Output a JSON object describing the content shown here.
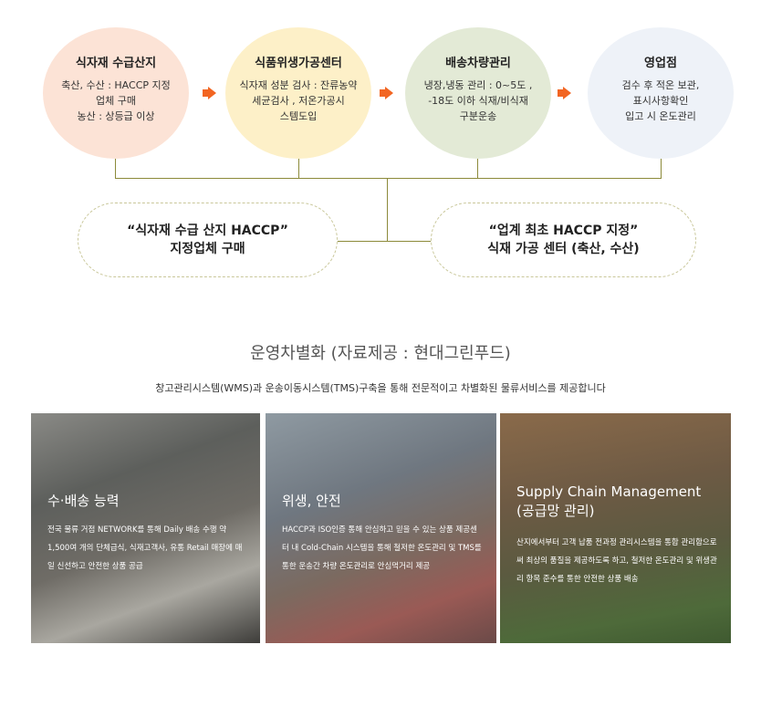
{
  "flow": [
    {
      "title": "식자재 수급산지",
      "lines": [
        "축산, 수산 : HACCP 지정",
        "업체 구매",
        "농산 : 상등급 이상"
      ],
      "color": "#fce3d6"
    },
    {
      "title": "식품위생가공센터",
      "lines": [
        "식자재 성분 검사 : 잔류농약",
        "세균검사 ,  저온가공시",
        "스템도입"
      ],
      "color": "#fdf0c8"
    },
    {
      "title": "배송차량관리",
      "lines": [
        "냉장,냉동 관리 : 0~5도 ,",
        "-18도 이하 식재/비식재",
        "구분운송"
      ],
      "color": "#e3ead6"
    },
    {
      "title": "영업점",
      "lines": [
        "검수 후 적온 보관,",
        "표시사항확인",
        "입고 시 온도관리"
      ],
      "color": "#eef2f8"
    }
  ],
  "highlights": [
    {
      "line1": "“식자재 수급 산지 HACCP”",
      "line2": "지정업체 구매"
    },
    {
      "line1": "“업계 최초 HACCP 지정”",
      "line2": "식재 가공 센터 (축산, 수산)"
    }
  ],
  "section": {
    "title": "운영차별화 (자료제공 : 현대그린푸드)",
    "subtitle": "창고관리시스템(WMS)과 운송이동시스템(TMS)구축을 통해 전문적이고 차별화된 물류서비스를 제공합니다"
  },
  "cards": [
    {
      "title": "수·배송 능력",
      "desc": "전국 물류 거점 NETWORK를 통해 Daily 배송 수행 약 1,500여 개의 단체급식, 식재고객사, 유통 Retail 매장에 매일 신선하고 안전한 상품 공급"
    },
    {
      "title": "위생, 안전",
      "desc": "HACCP과 ISO인증 통해 안심하고 믿을 수 있는 상품 제공센터 내 Cold-Chain 시스템을 통해 철저한 온도관리 및 TMS를 통한 운송간 차량 온도관리로 안심먹거리 제공"
    },
    {
      "title": "Supply Chain Management (공급망 관리)",
      "desc": "산지에서부터 고객 납품 전과정 관리시스템을 통합 관리함으로써 최상의 품질을 제공하도록 하고, 철저한 온도관리 및 위생관리 항목 준수를 통한 안전한 상품 배송"
    }
  ]
}
